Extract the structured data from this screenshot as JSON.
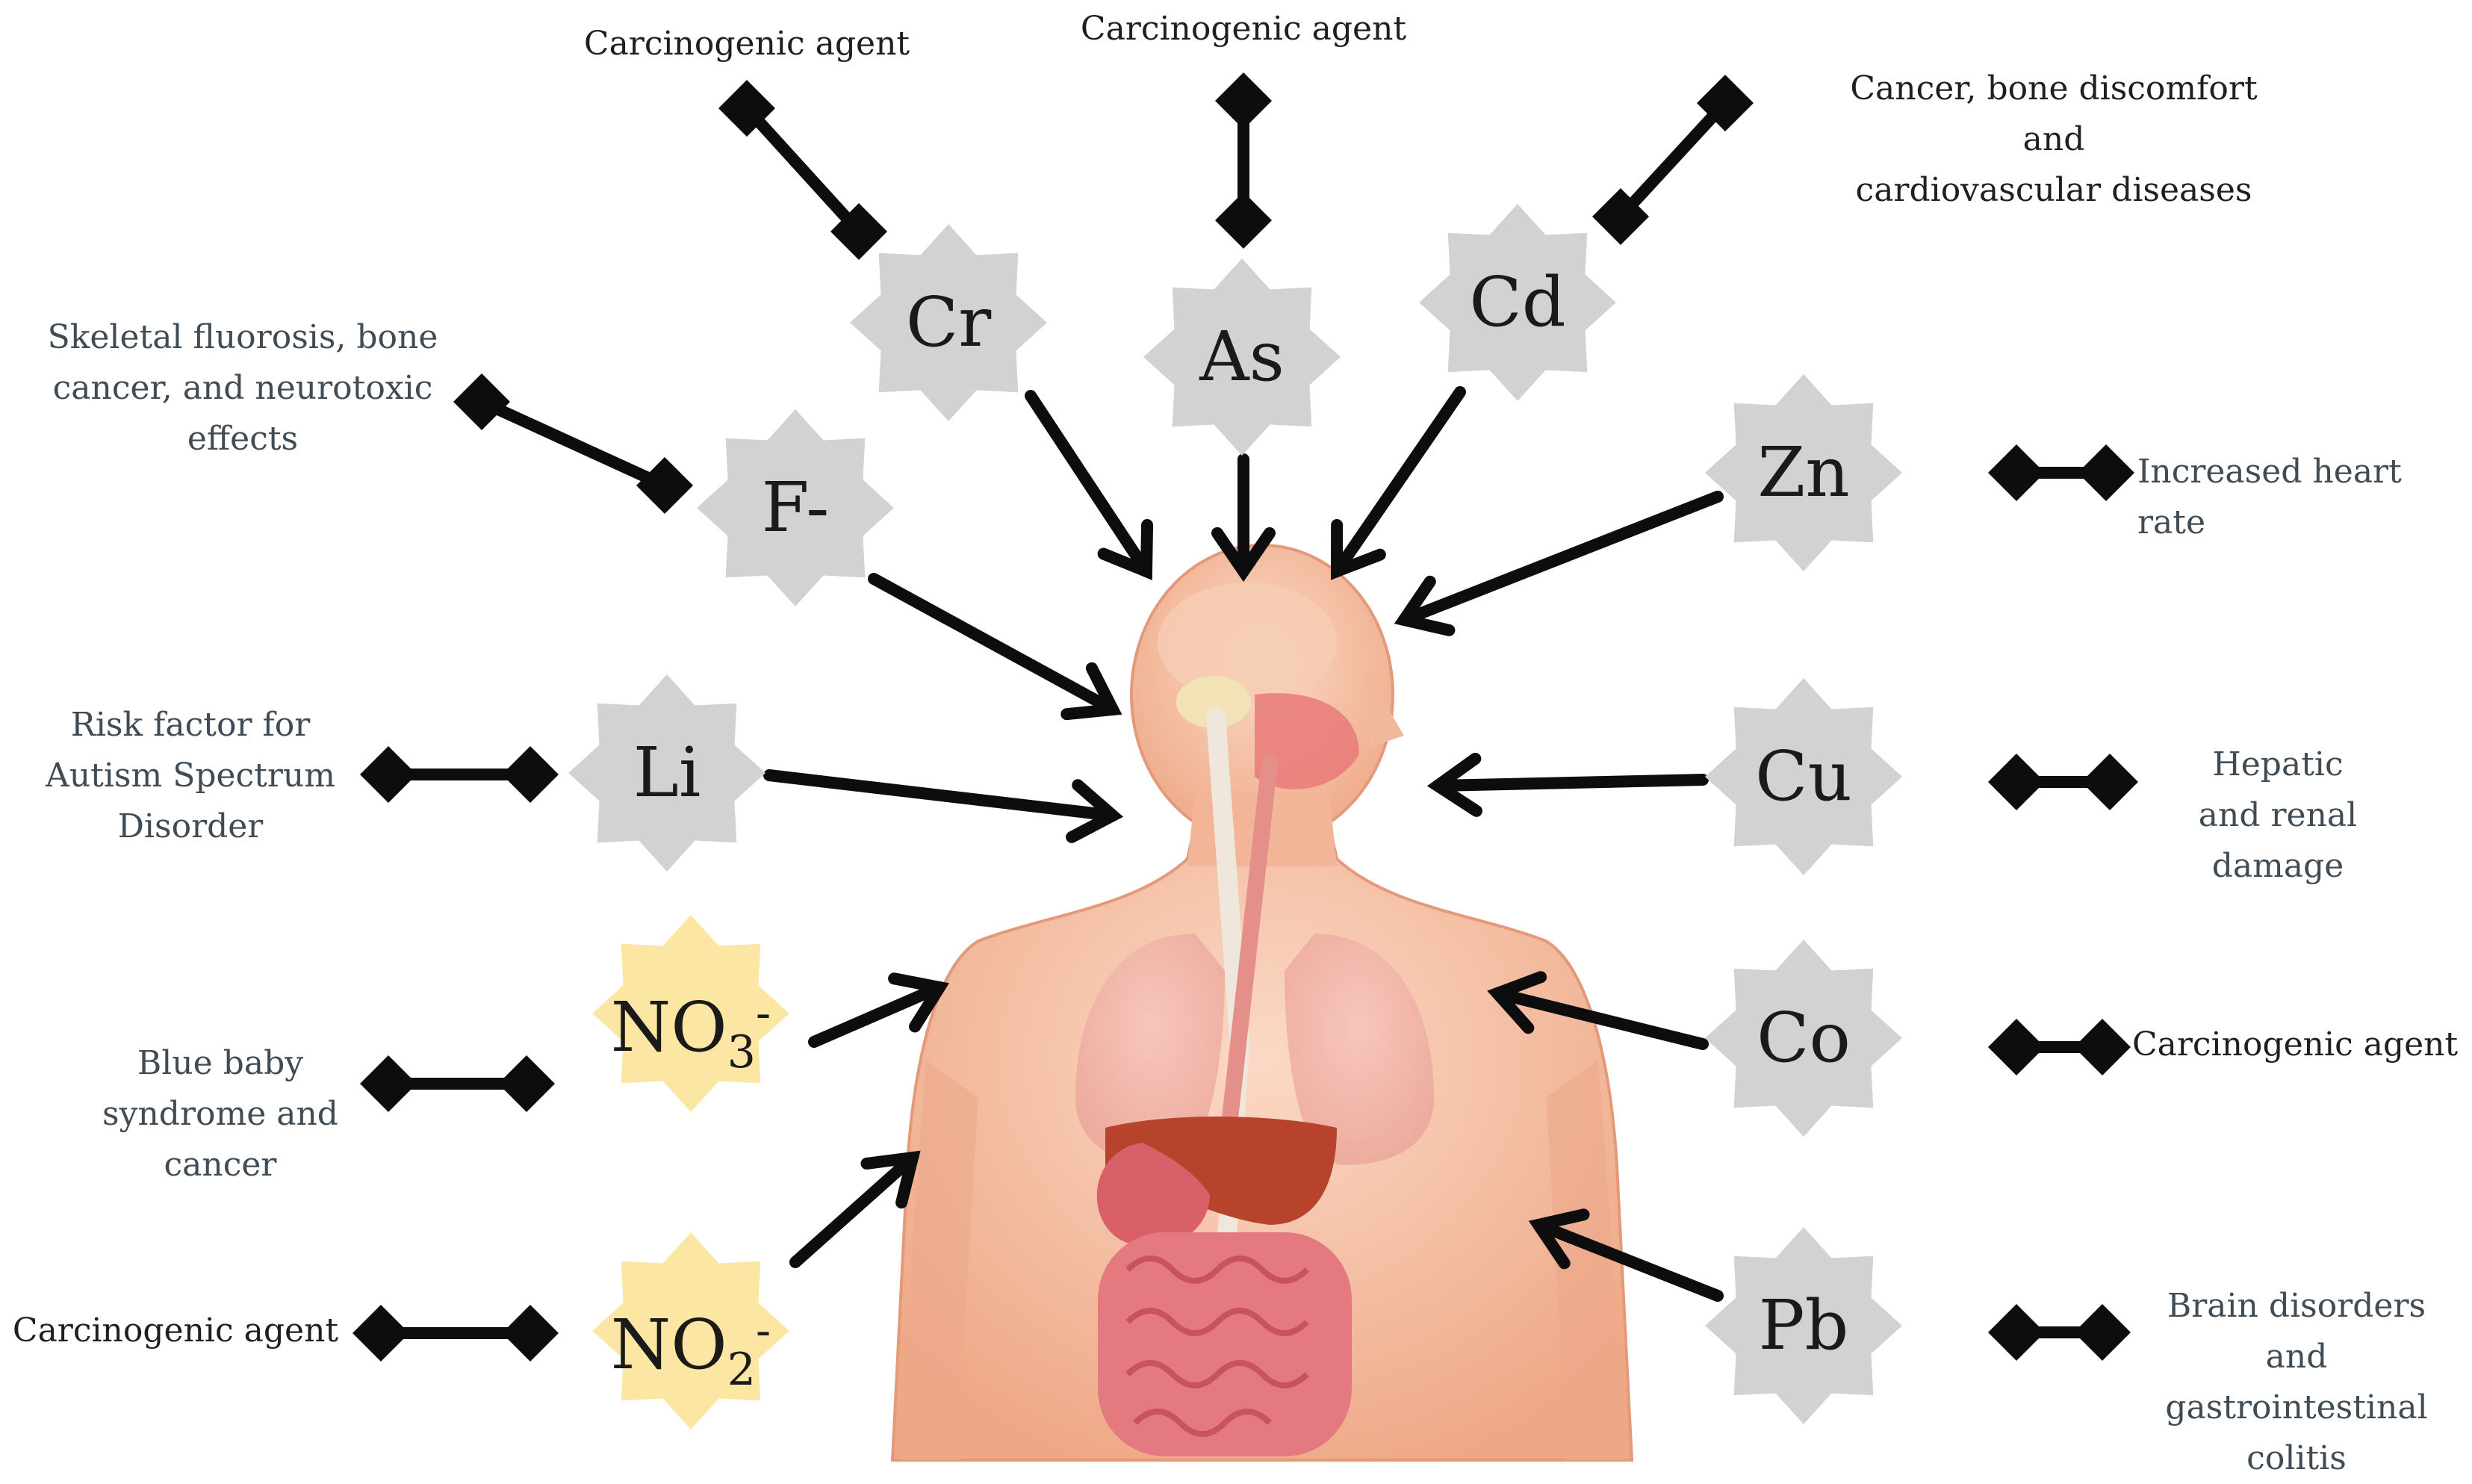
{
  "colors": {
    "badge_metal": "#d2d2d3",
    "badge_nitrogen": "#fbe7a3",
    "connector": "#0d0d0d",
    "arrow": "#0d0d0d",
    "skin": "#f4c0a5",
    "label_text": "#1f1f1f",
    "label_text_muted": "#3f4b55"
  },
  "body_figure": {
    "icon": "human-anatomy-illustration"
  },
  "nodes": {
    "cr": {
      "symbol": "Cr",
      "effect": "Carcinogenic agent"
    },
    "as": {
      "symbol": "As",
      "effect": "Carcinogenic agent"
    },
    "cd": {
      "symbol": "Cd",
      "effect": "Cancer, bone discomfort and\ncardiovascular diseases"
    },
    "f": {
      "symbol": "F-",
      "effect": "Skeletal fluorosis, bone\ncancer, and neurotoxic\neffects"
    },
    "zn": {
      "symbol": "Zn",
      "effect": "Increased heart rate"
    },
    "li": {
      "symbol": "Li",
      "effect": "Risk factor for\nAutism Spectrum\nDisorder"
    },
    "cu": {
      "symbol": "Cu",
      "effect": "Hepatic and renal\ndamage"
    },
    "no3": {
      "symbol": "NO",
      "subscript": "3",
      "superscript": "-",
      "effect": "Blue baby\nsyndrome and\ncancer"
    },
    "co": {
      "symbol": "Co",
      "effect": "Carcinogenic agent"
    },
    "no2": {
      "symbol": "NO",
      "subscript": "2",
      "superscript": "-",
      "effect": "Carcinogenic agent"
    },
    "pb": {
      "symbol": "Pb",
      "effect": "Brain disorders and\ngastrointestinal colitis"
    }
  }
}
